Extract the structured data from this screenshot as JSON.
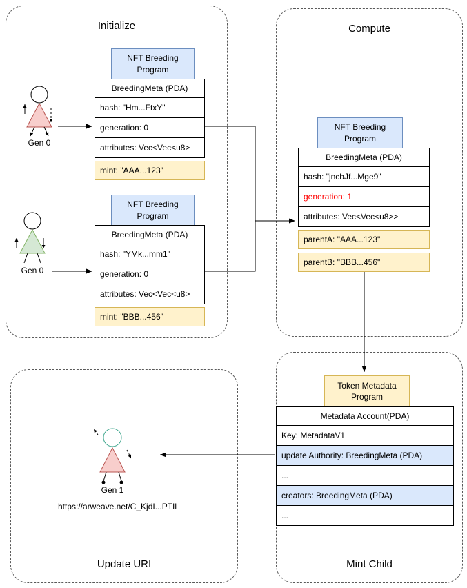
{
  "panels": {
    "initialize": {
      "title": "Initialize"
    },
    "compute": {
      "title": "Compute"
    },
    "update_uri": {
      "title": "Update URI"
    },
    "mint_child": {
      "title": "Mint Child"
    }
  },
  "actors": {
    "parent_a": {
      "label": "Gen 0"
    },
    "parent_b": {
      "label": "Gen 0"
    },
    "child": {
      "label": "Gen 1",
      "uri": "https://arweave.net/C_KjdI...PTIl"
    }
  },
  "accounts": {
    "parent_a": {
      "tab": "NFT Breeding Program",
      "header": "BreedingMeta (PDA)",
      "hash": "hash: \"Hm...FtxY\"",
      "generation": "generation: 0",
      "attributes": "attributes: Vec<Vec<u8>",
      "mint": "mint: \"AAA...123\""
    },
    "parent_b": {
      "tab": "NFT Breeding Program",
      "header": "BreedingMeta (PDA)",
      "hash": "hash: \"YMk...mm1\"",
      "generation": "generation: 0",
      "attributes": "attributes: Vec<Vec<u8>",
      "mint": "mint: \"BBB...456\""
    },
    "child": {
      "tab": "NFT Breeding Program",
      "header": "BreedingMeta (PDA)",
      "hash": "hash: \"jncbJf...Mge9\"",
      "generation": "generation: 1",
      "attributes": "attributes: Vec<Vec<u8>>",
      "parent_a": "parentA: \"AAA...123\"",
      "parent_b": "parentB: \"BBB...456\""
    },
    "metadata": {
      "tab": "Token Metadata Program",
      "header": "Metadata Account(PDA)",
      "key": "Key: MetadataV1",
      "update_authority": "update Authority:  BreedingMeta (PDA)",
      "ellipsis_1": "...",
      "creators": "creators: BreedingMeta (PDA)",
      "ellipsis_2": "..."
    }
  },
  "colors": {
    "tab_blue": "#dae8fc",
    "tab_blue_border": "#6c8ebf",
    "tab_yellow": "#fff2cc",
    "tab_yellow_border": "#d6b656",
    "highlight_yellow": "#fff2cc",
    "highlight_blue": "#dae8fc",
    "generation_red": "#ff0000",
    "figure_pink": "#f8cecc",
    "figure_pink_border": "#b85450",
    "figure_green": "#d5e8d4",
    "figure_green_border": "#82b366",
    "child_head_teal": "#38a389"
  }
}
